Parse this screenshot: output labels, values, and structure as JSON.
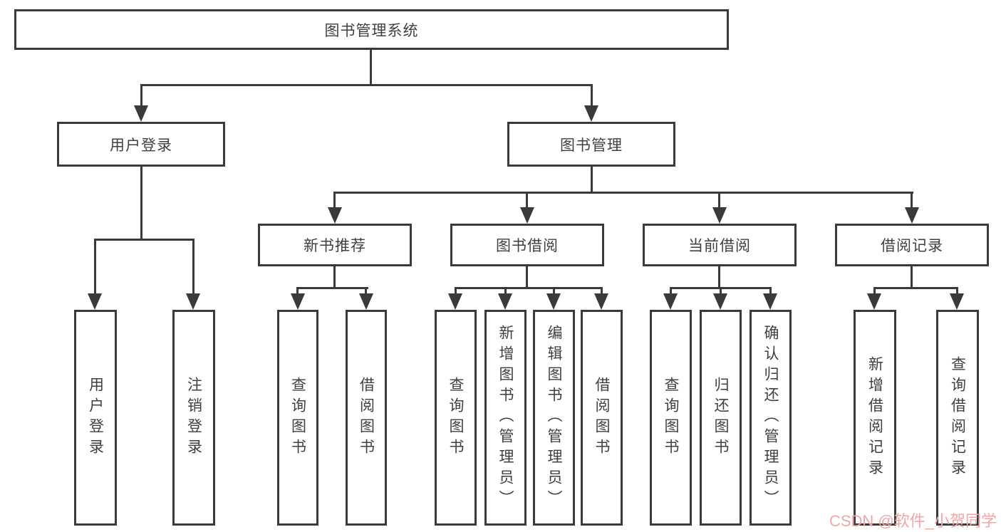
{
  "colors": {
    "background": "#ffffff",
    "line": "#3a3a3a",
    "box_border": "#3a3a3a",
    "box_fill": "#ffffff",
    "text": "#3f3f3f",
    "watermark_text": "#f2a6a6"
  },
  "watermark": {
    "text": "CSDN @软件_小贺同学"
  },
  "diagram": {
    "type": "hierarchy-tree",
    "root": {
      "label": "图书管理系统"
    },
    "branches": [
      {
        "label": "用户登录",
        "leaves": [
          {
            "label": "用户登录"
          },
          {
            "label": "注销登录"
          }
        ]
      },
      {
        "label": "图书管理",
        "children": [
          {
            "label": "新书推荐",
            "leaves": [
              {
                "label": "查询图书"
              },
              {
                "label": "借阅图书"
              }
            ]
          },
          {
            "label": "图书借阅",
            "leaves": [
              {
                "label": "查询图书"
              },
              {
                "label": "新增图书（管理员）"
              },
              {
                "label": "编辑图书（管理员）"
              },
              {
                "label": "借阅图书"
              }
            ]
          },
          {
            "label": "当前借阅",
            "leaves": [
              {
                "label": "查询图书"
              },
              {
                "label": "归还图书"
              },
              {
                "label": "确认归还（管理员）"
              }
            ]
          },
          {
            "label": "借阅记录",
            "leaves": [
              {
                "label": "新增借阅记录"
              },
              {
                "label": "查询借阅记录"
              }
            ]
          }
        ]
      }
    ]
  }
}
